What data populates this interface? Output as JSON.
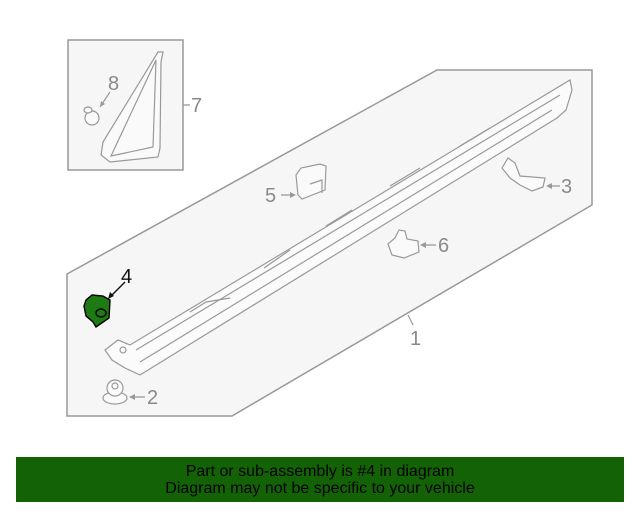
{
  "diagram": {
    "highlight_color": "#1e7a12",
    "banner_color": "#136306",
    "callouts": [
      {
        "id": "1",
        "label": "1"
      },
      {
        "id": "2",
        "label": "2"
      },
      {
        "id": "3",
        "label": "3"
      },
      {
        "id": "4",
        "label": "4",
        "highlighted": true
      },
      {
        "id": "5",
        "label": "5"
      },
      {
        "id": "6",
        "label": "6"
      },
      {
        "id": "7",
        "label": "7"
      },
      {
        "id": "8",
        "label": "8"
      }
    ]
  },
  "banner": {
    "line1": "Part or sub-assembly is #4 in diagram",
    "line2": "Diagram may not be specific to your vehicle"
  }
}
